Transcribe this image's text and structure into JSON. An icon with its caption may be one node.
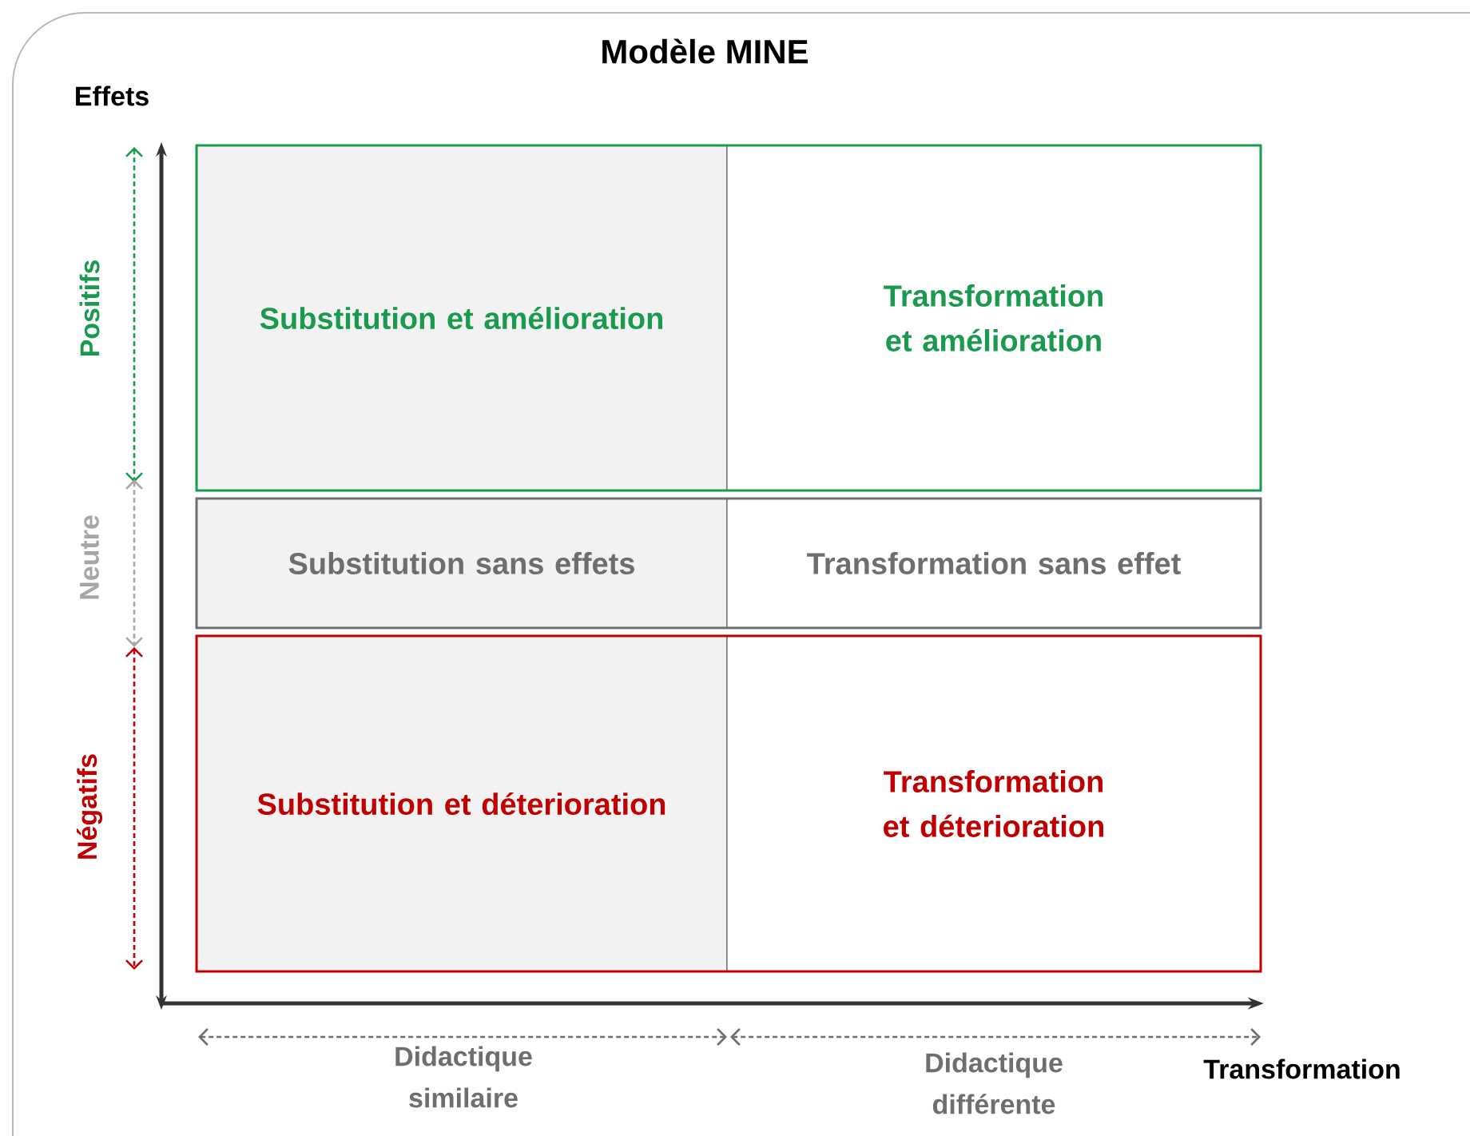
{
  "diagram": {
    "title": "Modèle MINE",
    "nodes": [
      {
        "text": [
          "Substitution et amélioration"
        ]
      },
      {
        "text": [
          "Transformation et amélioration"
        ]
      },
      {
        "text": [
          "Substitution sans effets"
        ]
      },
      {
        "text": [
          "Transformation sans effet"
        ]
      },
      {
        "text": [
          "Substitution et déterioration"
        ]
      },
      {
        "text": [
          "Transformation et déterioration"
        ]
      }
    ],
    "edges": [],
    "labels": [
      "Effets",
      "Positifs",
      "Neutre",
      "Négatifs",
      "Didactique similaire",
      "Didactique différente",
      "Transformation"
    ]
  }
}
